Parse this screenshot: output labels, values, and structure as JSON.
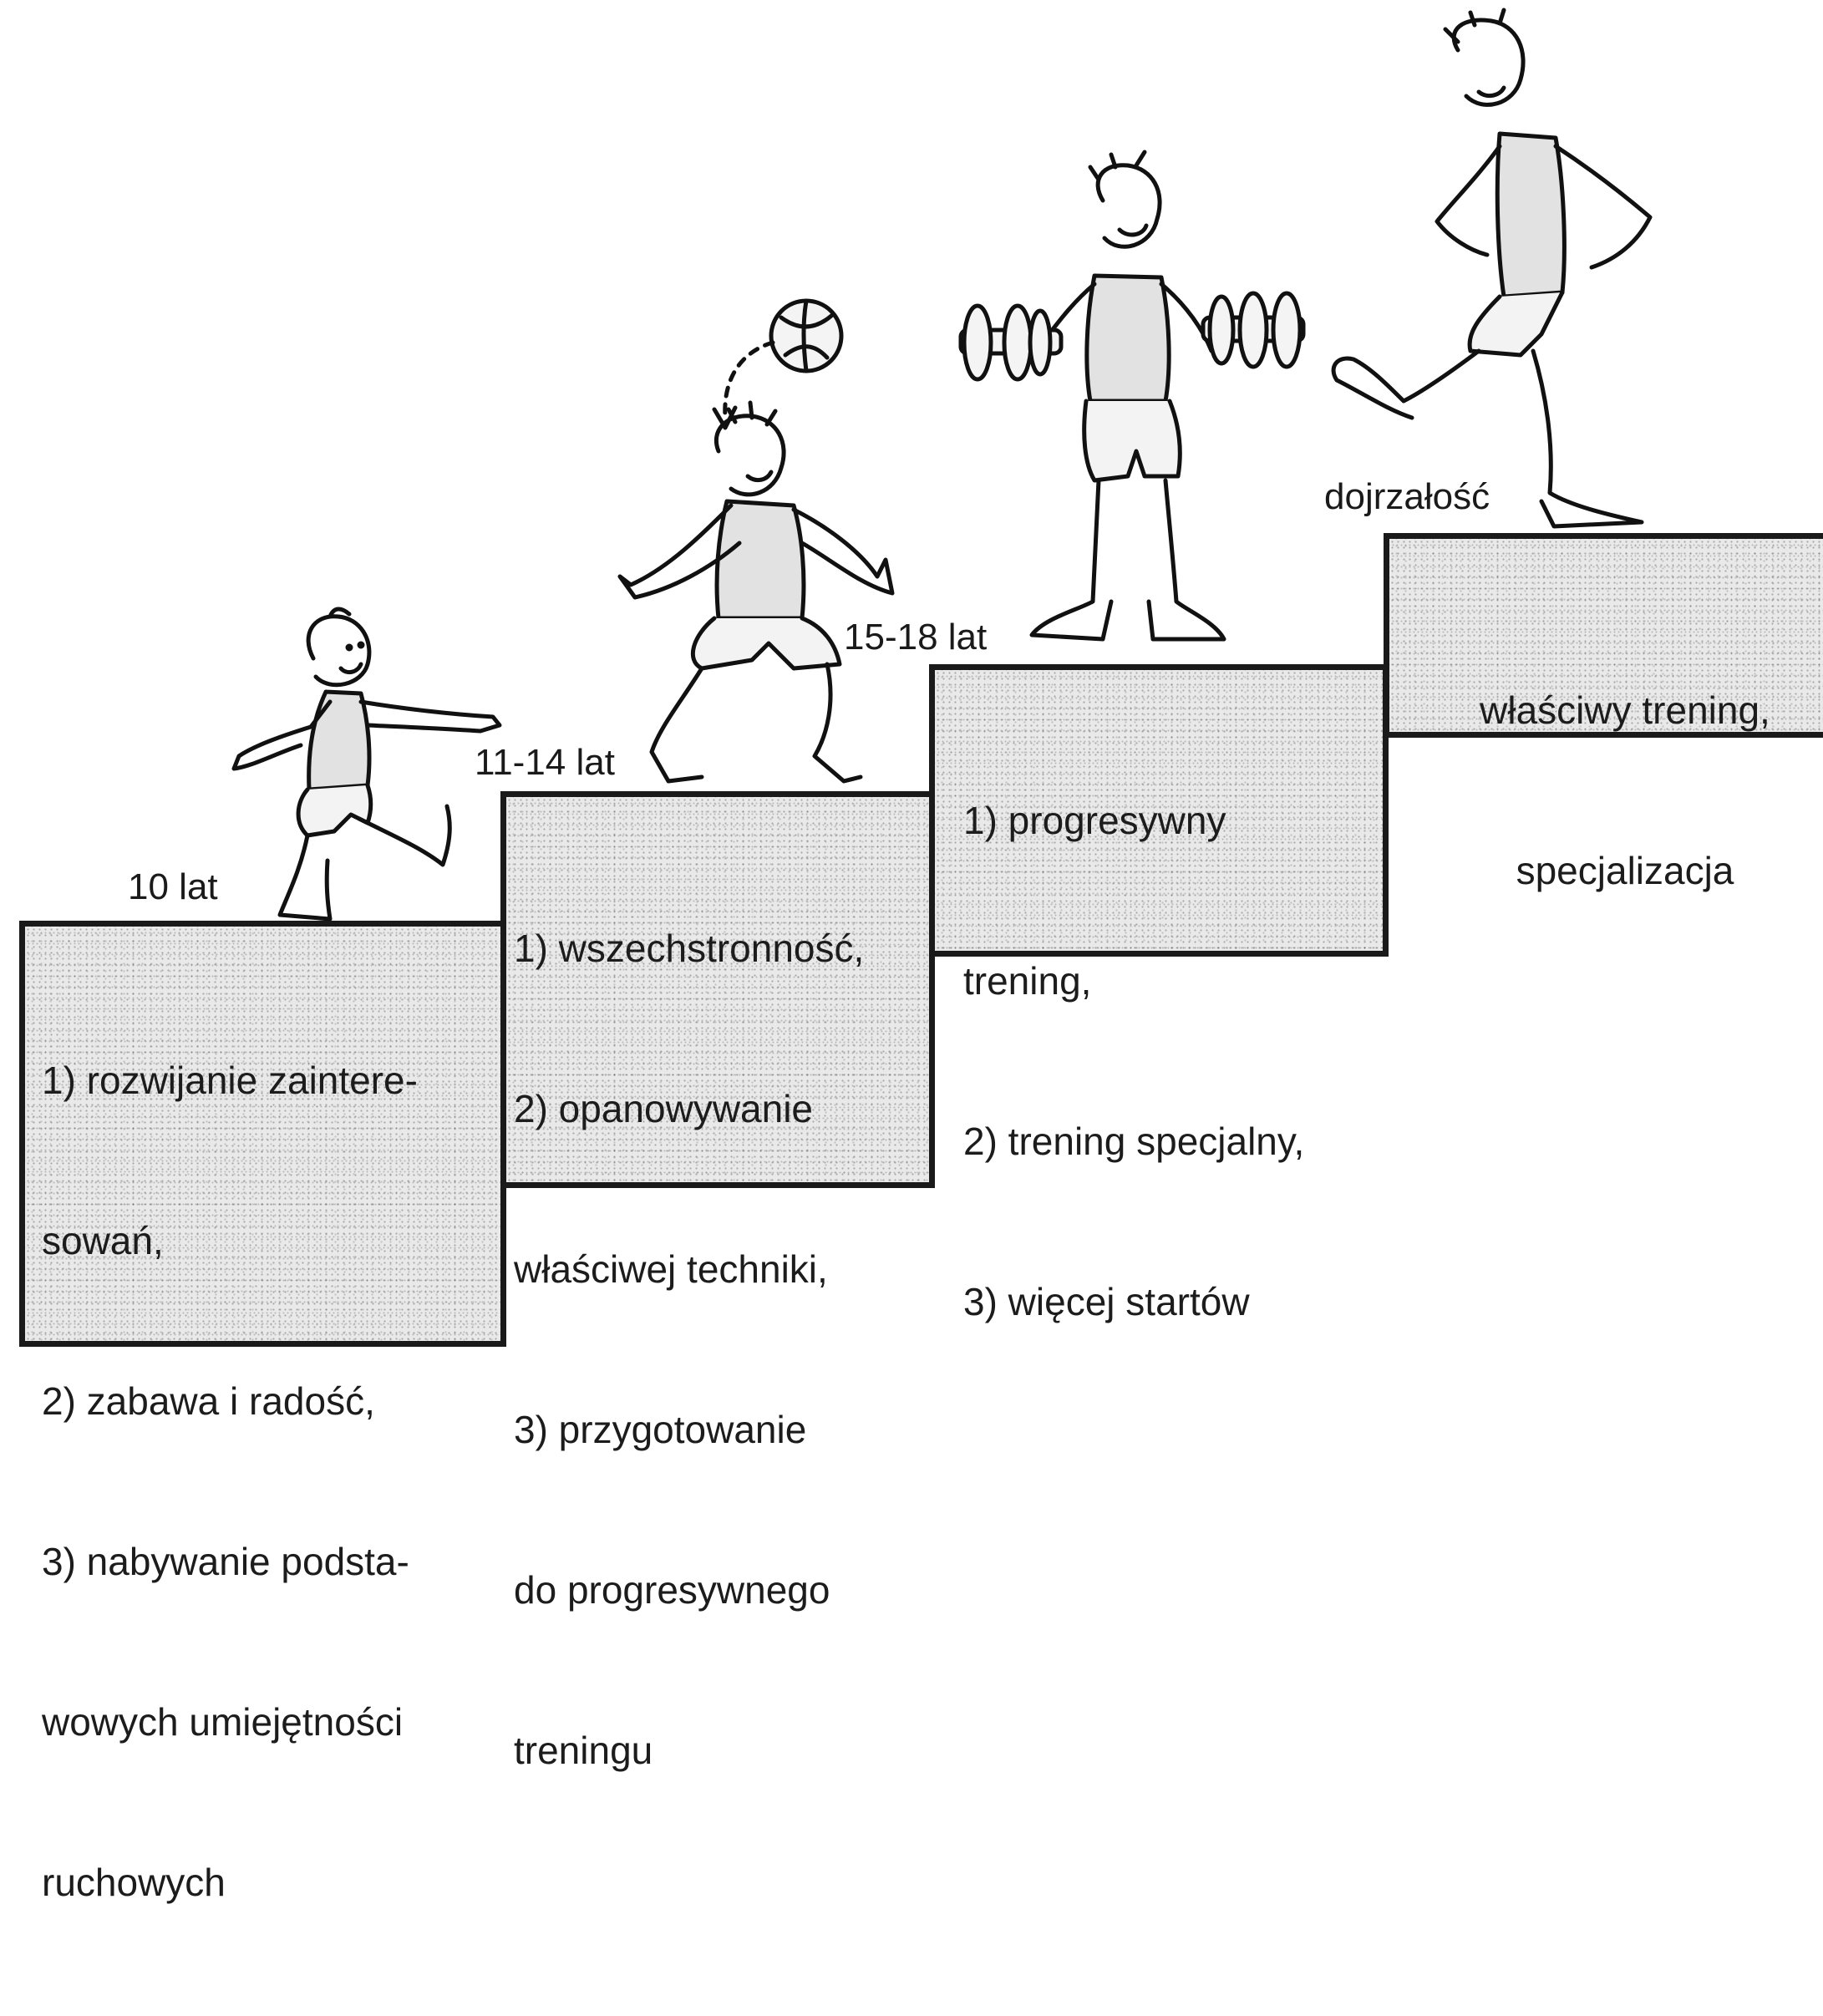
{
  "stages": [
    {
      "age": "10 lat",
      "lines": [
        "1) rozwijanie zaintere-",
        "sowań,",
        "2) zabawa i radość,",
        "3) nabywanie podsta-",
        "wowych umiejętności",
        "ruchowych"
      ]
    },
    {
      "age": "11-14 lat",
      "lines": [
        "1) wszechstronność,",
        "2) opanowywanie",
        "właściwej techniki,",
        "3) przygotowanie",
        "do progresywnego",
        "treningu"
      ]
    },
    {
      "age": "15-18 lat",
      "lines": [
        "1) progresywny",
        "trening,",
        "2) trening specjalny,",
        "3) więcej startów"
      ]
    },
    {
      "age": "dojrzałość",
      "lines": [
        "właściwy trening,",
        "specjalizacja"
      ]
    }
  ]
}
